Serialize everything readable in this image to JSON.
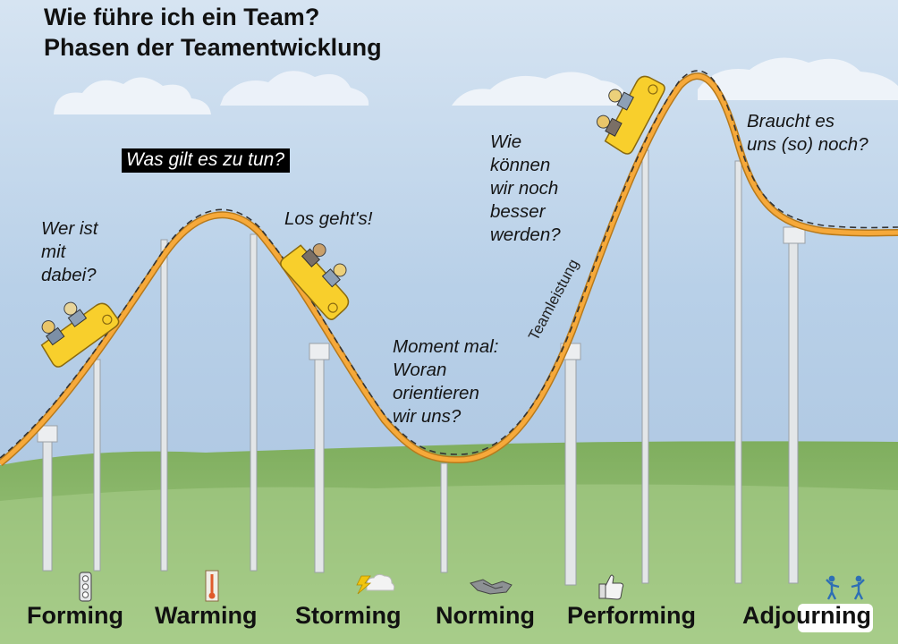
{
  "title": {
    "line1": "Wie führe ich ein Team?",
    "line2": "Phasen der Teamentwicklung"
  },
  "highlight": "Was gilt es zu tun?",
  "axis_label": "Teamleistung",
  "annotations": {
    "forming": [
      "Wer ist",
      "mit",
      "dabei?"
    ],
    "storming": [
      "Los geht's!"
    ],
    "norming": [
      "Moment mal:",
      "Woran",
      "orientieren",
      "wir uns?"
    ],
    "performing": [
      "Wie",
      "können",
      "wir noch",
      "besser",
      "werden?"
    ],
    "adjourning": [
      "Braucht es",
      "uns (so) noch?"
    ]
  },
  "phases": [
    {
      "label": "Forming",
      "icon": "traffic-light-icon"
    },
    {
      "label": "Warming",
      "icon": "thermometer-icon"
    },
    {
      "label": "Storming",
      "icon": "lightning-cloud-icon"
    },
    {
      "label": "Norming",
      "icon": "handshake-icon"
    },
    {
      "label": "Performing",
      "icon": "thumbs-up-icon"
    },
    {
      "label": "Adjourning",
      "icon": "waving-people-icon"
    }
  ],
  "colors": {
    "track": "#f6a93a",
    "track_edge": "#b77a1c",
    "car": "#f8cf2c",
    "sky": "#b5cde6",
    "grass": "#9cc67c"
  }
}
